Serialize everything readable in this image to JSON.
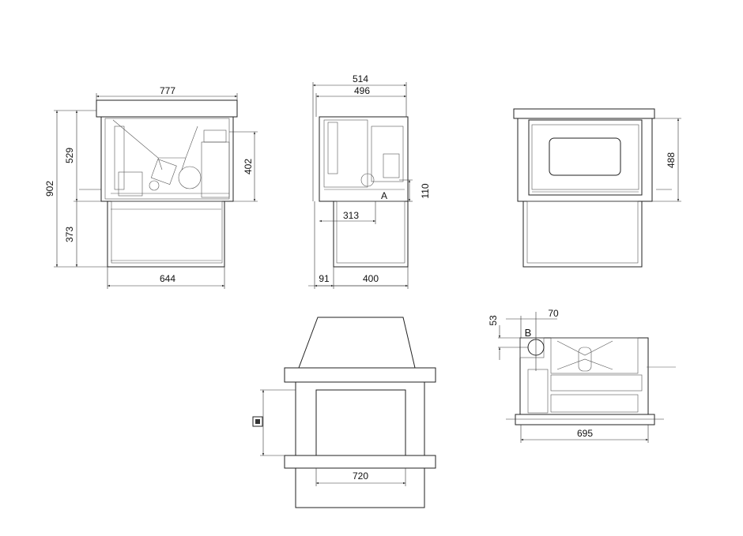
{
  "front_view": {
    "width_top": "777",
    "height_total": "902",
    "height_body": "529",
    "height_stand": "373",
    "height_outlet": "402",
    "width_stand": "644"
  },
  "side_view": {
    "depth_top": "514",
    "depth_body": "496",
    "outlet_offset": "313",
    "inlet_height": "110",
    "stand_offset": "91",
    "stand_depth": "400",
    "marker_a": "A"
  },
  "rear_view": {
    "height": "488"
  },
  "installation_view": {
    "opening_width": "720"
  },
  "top_view": {
    "offset_y": "53",
    "offset_x": "70",
    "marker_b": "B",
    "width": "695"
  }
}
